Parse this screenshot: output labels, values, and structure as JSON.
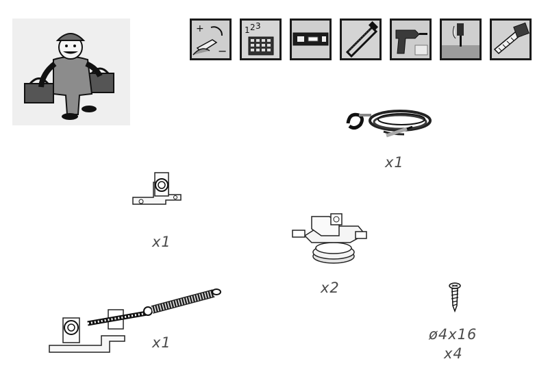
{
  "mascot": {
    "icon": "handyman-with-toolboxes-icon"
  },
  "tool_icons": [
    {
      "icon": "wrench-adjust-icon"
    },
    {
      "icon": "calculator-numbers-icon"
    },
    {
      "icon": "spirit-level-icon"
    },
    {
      "icon": "hacksaw-icon"
    },
    {
      "icon": "power-drill-icon"
    },
    {
      "icon": "screwdriver-icon"
    },
    {
      "icon": "tape-measure-icon"
    }
  ],
  "parts": [
    {
      "name": "steel-cable",
      "icon": "steel-cable-icon",
      "qty": "x1"
    },
    {
      "name": "bracket",
      "icon": "mounting-bracket-icon",
      "qty": "x1"
    },
    {
      "name": "roller-trolley",
      "icon": "roller-trolley-icon",
      "qty": "x2"
    },
    {
      "name": "spring-tensioner",
      "icon": "spring-tensioner-icon",
      "qty": "x1"
    },
    {
      "name": "screw",
      "icon": "screw-icon",
      "size": "ø4x16",
      "qty": "x4"
    }
  ]
}
